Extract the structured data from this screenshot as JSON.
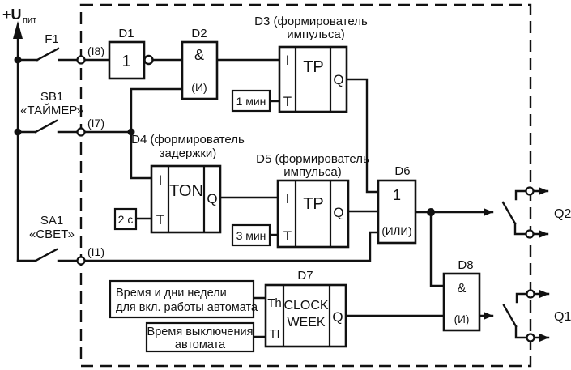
{
  "power": {
    "label": "+U",
    "sub": "пит"
  },
  "switches": {
    "f1": {
      "name": "F1",
      "terminal": "(I8)"
    },
    "sb1": {
      "name": "SB1",
      "caption": "«ТАЙМЕР»",
      "terminal": "(I7)"
    },
    "sa1": {
      "name": "SA1",
      "caption": "«СВЕТ»",
      "terminal": "(I1)"
    }
  },
  "blocks": {
    "d1": {
      "label": "D1",
      "symbol": "1"
    },
    "d2": {
      "label": "D2",
      "symbol": "&",
      "alias": "(И)"
    },
    "d3": {
      "label1": "D3 (формирователь",
      "label2": "импульса)",
      "symbol": "TP",
      "pin_i": "I",
      "pin_t": "T",
      "pin_q": "Q",
      "param": "1 мин"
    },
    "d4": {
      "label1": "D4 (формирователь",
      "label2": "задержки)",
      "symbol": "TON",
      "pin_i": "I",
      "pin_t": "T",
      "pin_q": "Q",
      "param": "2 с"
    },
    "d5": {
      "label1": "D5 (формирователь",
      "label2": "импульса)",
      "symbol": "TP",
      "pin_i": "I",
      "pin_t": "T",
      "pin_q": "Q",
      "param": "3 мин"
    },
    "d6": {
      "label": "D6",
      "symbol": "1",
      "alias": "(ИЛИ)"
    },
    "d7": {
      "label": "D7",
      "symbol1": "CLOCK",
      "symbol2": "WEEK",
      "pin_th": "Th",
      "pin_ti": "TI",
      "pin_q": "Q",
      "param_on1": "Время и дни недели",
      "param_on2": "для вкл. работы автомата",
      "param_off1": "Время выключения",
      "param_off2": "автомата"
    },
    "d8": {
      "label": "D8",
      "symbol": "&",
      "alias": "(И)"
    }
  },
  "outputs": {
    "q2": "Q2",
    "q1": "Q1"
  },
  "colors": {
    "line": "#111111",
    "background": "#ffffff"
  }
}
